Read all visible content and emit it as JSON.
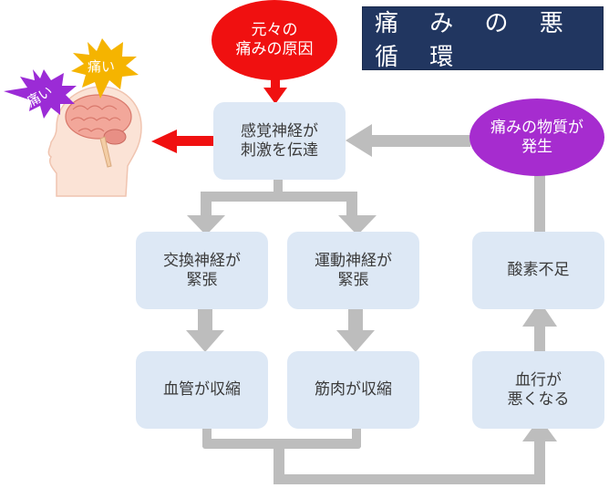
{
  "title": "痛みの悪循環",
  "title_spaced": "痛 み の 悪 循 環",
  "pain_bursts": [
    {
      "label": "痛い",
      "color": "#f5b400"
    },
    {
      "label": "痛い",
      "color": "#9b2bd6"
    }
  ],
  "nodes": {
    "root_cause": {
      "text": "元々の\n痛みの原因",
      "color": "#f01010"
    },
    "sensory": {
      "text": "感覚神経が\n刺激を伝達"
    },
    "sympathetic": {
      "text": "交換神経が\n緊張"
    },
    "motor": {
      "text": "運動神経が\n緊張"
    },
    "vessel": {
      "text": "血管が収縮"
    },
    "muscle": {
      "text": "筋肉が収縮"
    },
    "bloodflow": {
      "text": "血行が\n悪くなる"
    },
    "oxygen": {
      "text": "酸素不足"
    },
    "pain_substance": {
      "text": "痛みの物質が\n発生",
      "color": "#a62ccf"
    }
  },
  "colors": {
    "box_fill": "#dde8f5",
    "arrow_gray": "#bdbdbd",
    "arrow_red": "#f01010",
    "title_bg": "#213660"
  }
}
